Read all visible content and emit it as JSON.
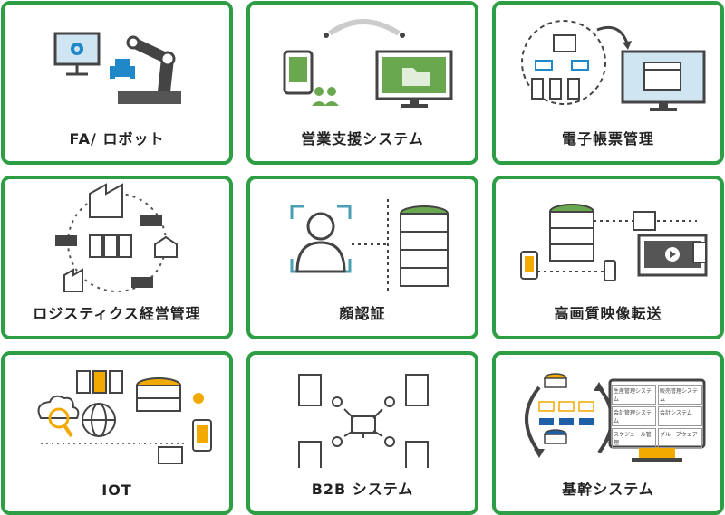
{
  "colors": {
    "border": "#2e9e45",
    "accent_green": "#6aa84f",
    "accent_orange": "#f2a900",
    "line": "#555555",
    "screen_blue": "#cfe6f2"
  },
  "cards": [
    {
      "label": "FA/ ロボット",
      "icon": "robot-arm-icon"
    },
    {
      "label": "営業支援システム",
      "icon": "sales-sync-icon"
    },
    {
      "label": "電子帳票管理",
      "icon": "e-form-icon"
    },
    {
      "label": "ロジスティクス経営管理",
      "icon": "logistics-icon"
    },
    {
      "label": "顔認証",
      "icon": "face-recognition-icon"
    },
    {
      "label": "高画質映像転送",
      "icon": "video-transfer-icon"
    },
    {
      "label": "IOT",
      "icon": "iot-icon"
    },
    {
      "label": "B2B システム",
      "icon": "b2b-icon"
    },
    {
      "label": "基幹システム",
      "icon": "core-system-icon"
    }
  ],
  "core_system_screen": {
    "items": [
      "生産管理システム",
      "販売管理システム",
      "会計管理システム",
      "会計システム",
      "スケジュール管理",
      "グループウェア"
    ]
  }
}
